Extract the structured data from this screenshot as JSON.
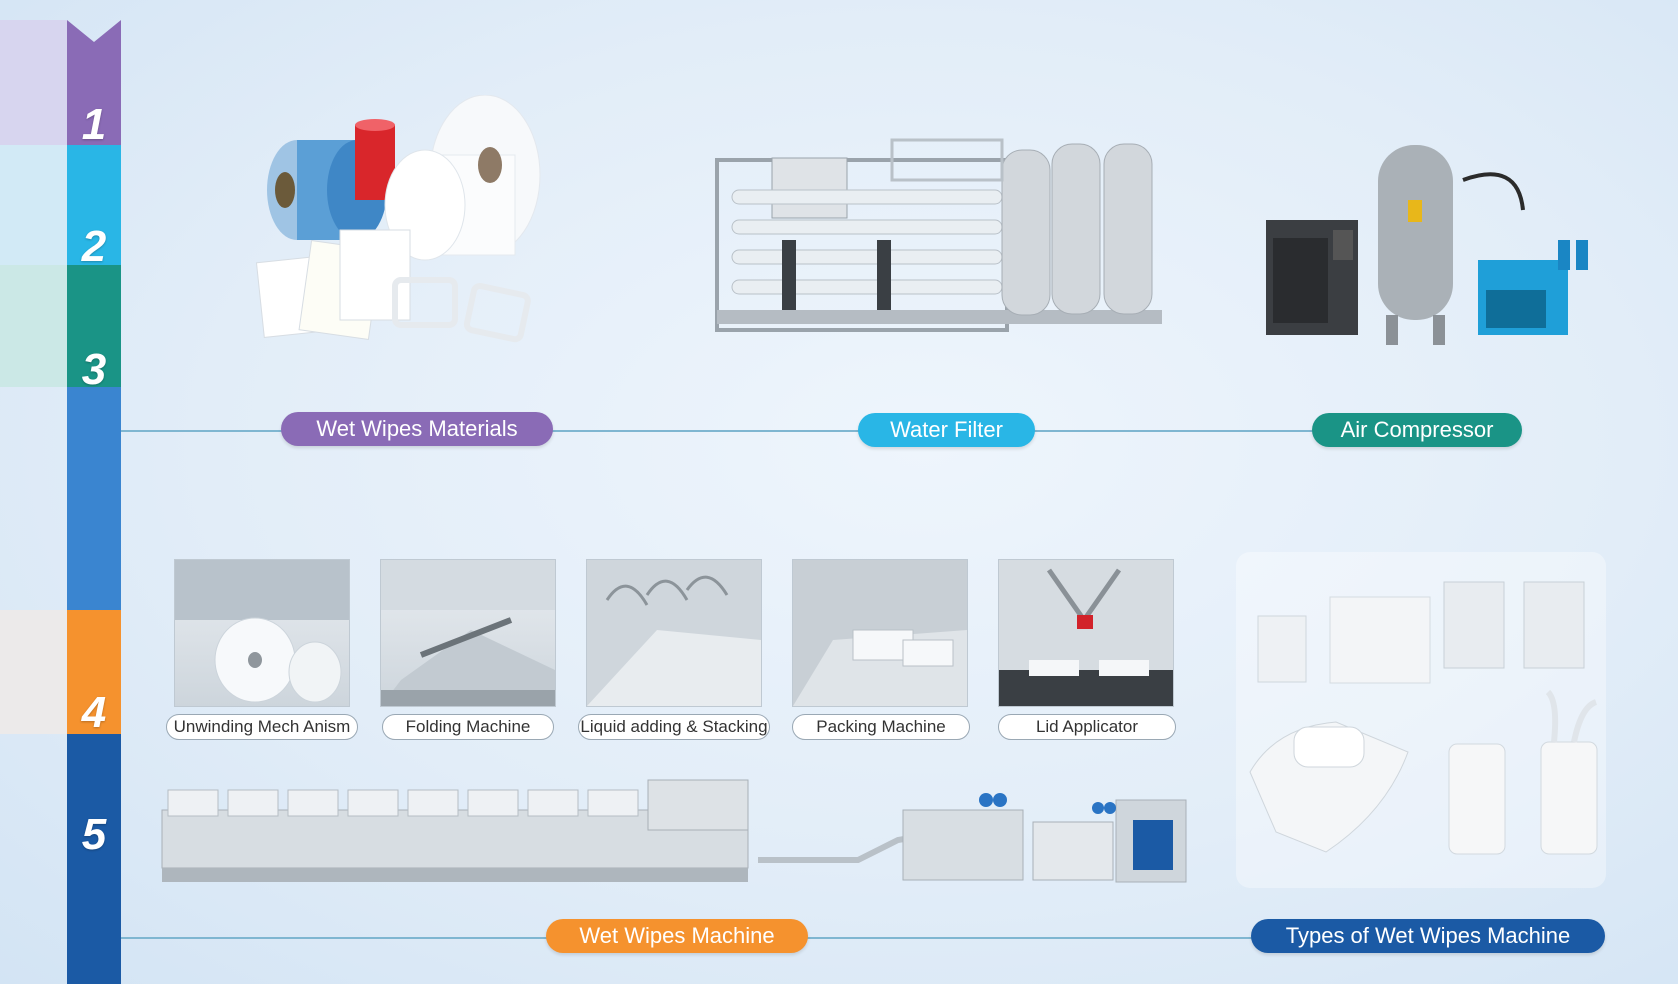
{
  "steps": [
    "1",
    "2",
    "3",
    "4",
    "5"
  ],
  "colors": {
    "purple": "#8a6bb6",
    "sky": "#29b6e6",
    "teal": "#1a9486",
    "blue": "#3a85d0",
    "orange": "#f5922e",
    "navy": "#1b5aa5"
  },
  "top_labels": {
    "materials": "Wet Wipes Materials",
    "water": "Water Filter",
    "air": "Air Compressor"
  },
  "process_steps": [
    {
      "label": "Unwinding Mech Anism",
      "icon": "unwinding-roll-icon"
    },
    {
      "label": "Folding Machine",
      "icon": "folding-machine-icon"
    },
    {
      "label": "Liquid adding & Stacking",
      "icon": "liquid-adding-icon"
    },
    {
      "label": "Packing Machine",
      "icon": "packing-machine-icon"
    },
    {
      "label": "Lid Applicator",
      "icon": "lid-applicator-icon"
    }
  ],
  "bottom_labels": {
    "machine": "Wet Wipes Machine",
    "types": "Types of Wet Wipes Machine"
  }
}
